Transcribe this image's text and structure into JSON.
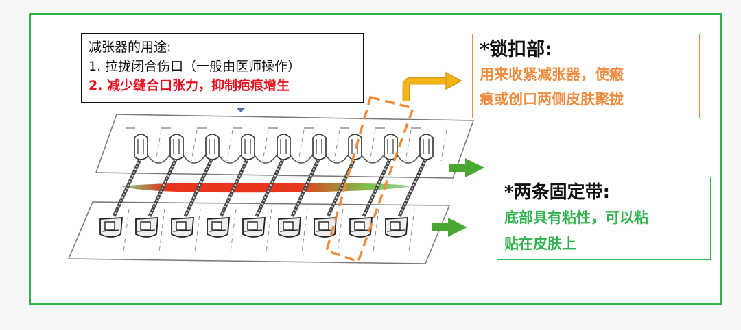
{
  "usage": {
    "title": "减张器的用途:",
    "item1": "1. 拉拢闭合伤口（一般由医师操作）",
    "item2": "2. 减少缝合口张力，抑制疤痕增生"
  },
  "lock_part": {
    "title": "*锁扣部:",
    "desc_line1": "用来收紧减张器，使瘢",
    "desc_line2": "痕或创口两侧皮肤聚拢"
  },
  "straps": {
    "title": "*两条固定带:",
    "desc_line1": "底部具有粘性，可以粘",
    "desc_line2": "贴在皮肤上"
  },
  "colors": {
    "frame": "#2fb24c",
    "accent_orange": "#f08a3c",
    "accent_red": "#e8101e",
    "wound_red": "#e8341c",
    "wound_green": "#3fae3a",
    "arrow_green": "#4aa832",
    "arrow_yellow": "#f2b21a"
  }
}
